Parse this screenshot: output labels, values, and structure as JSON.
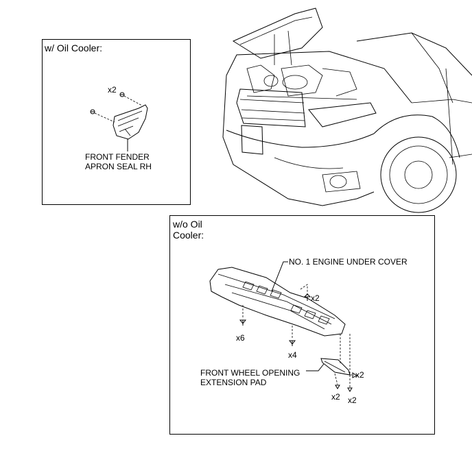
{
  "panel_with_oil_cooler": {
    "title": "w/ Oil Cooler:",
    "qty_bolt": "x2",
    "part_label": "FRONT FENDER\nAPRON SEAL RH"
  },
  "panel_without_oil_cooler": {
    "title": "w/o Oil\nCooler:",
    "engine_cover_label": "NO. 1 ENGINE UNDER COVER",
    "pad_label": "FRONT WHEEL OPENING\nEXTENSION PAD",
    "qty_right_top": "x2",
    "qty_left": "x6",
    "qty_center": "x4",
    "qty_pad_right": "x2",
    "qty_pad_bottom_left": "x2",
    "qty_pad_bottom_right": "x2"
  }
}
